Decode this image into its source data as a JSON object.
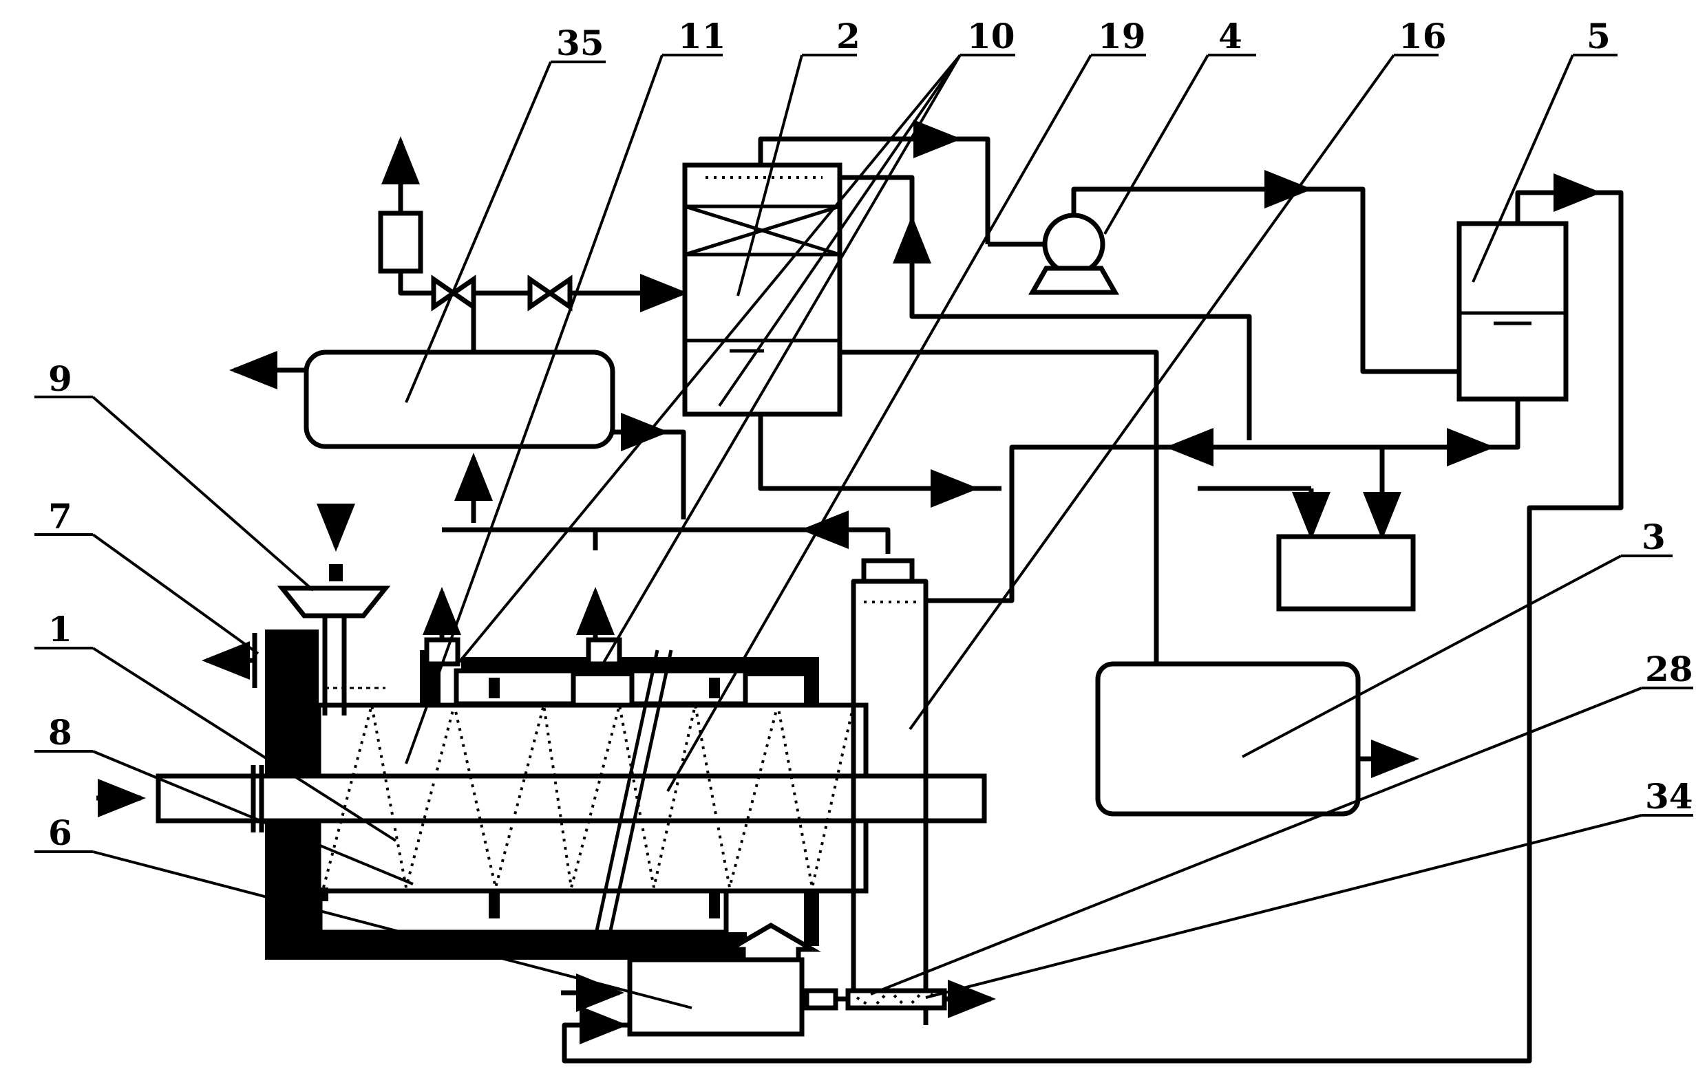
{
  "labels": {
    "l35": "35",
    "l11": "11",
    "l2": "2",
    "l10": "10",
    "l19": "19",
    "l4": "4",
    "l16": "16",
    "l5": "5",
    "l9": "9",
    "l7": "7",
    "l1": "1",
    "l8": "8",
    "l6": "6",
    "l3": "3",
    "l28": "28",
    "l34": "34"
  }
}
